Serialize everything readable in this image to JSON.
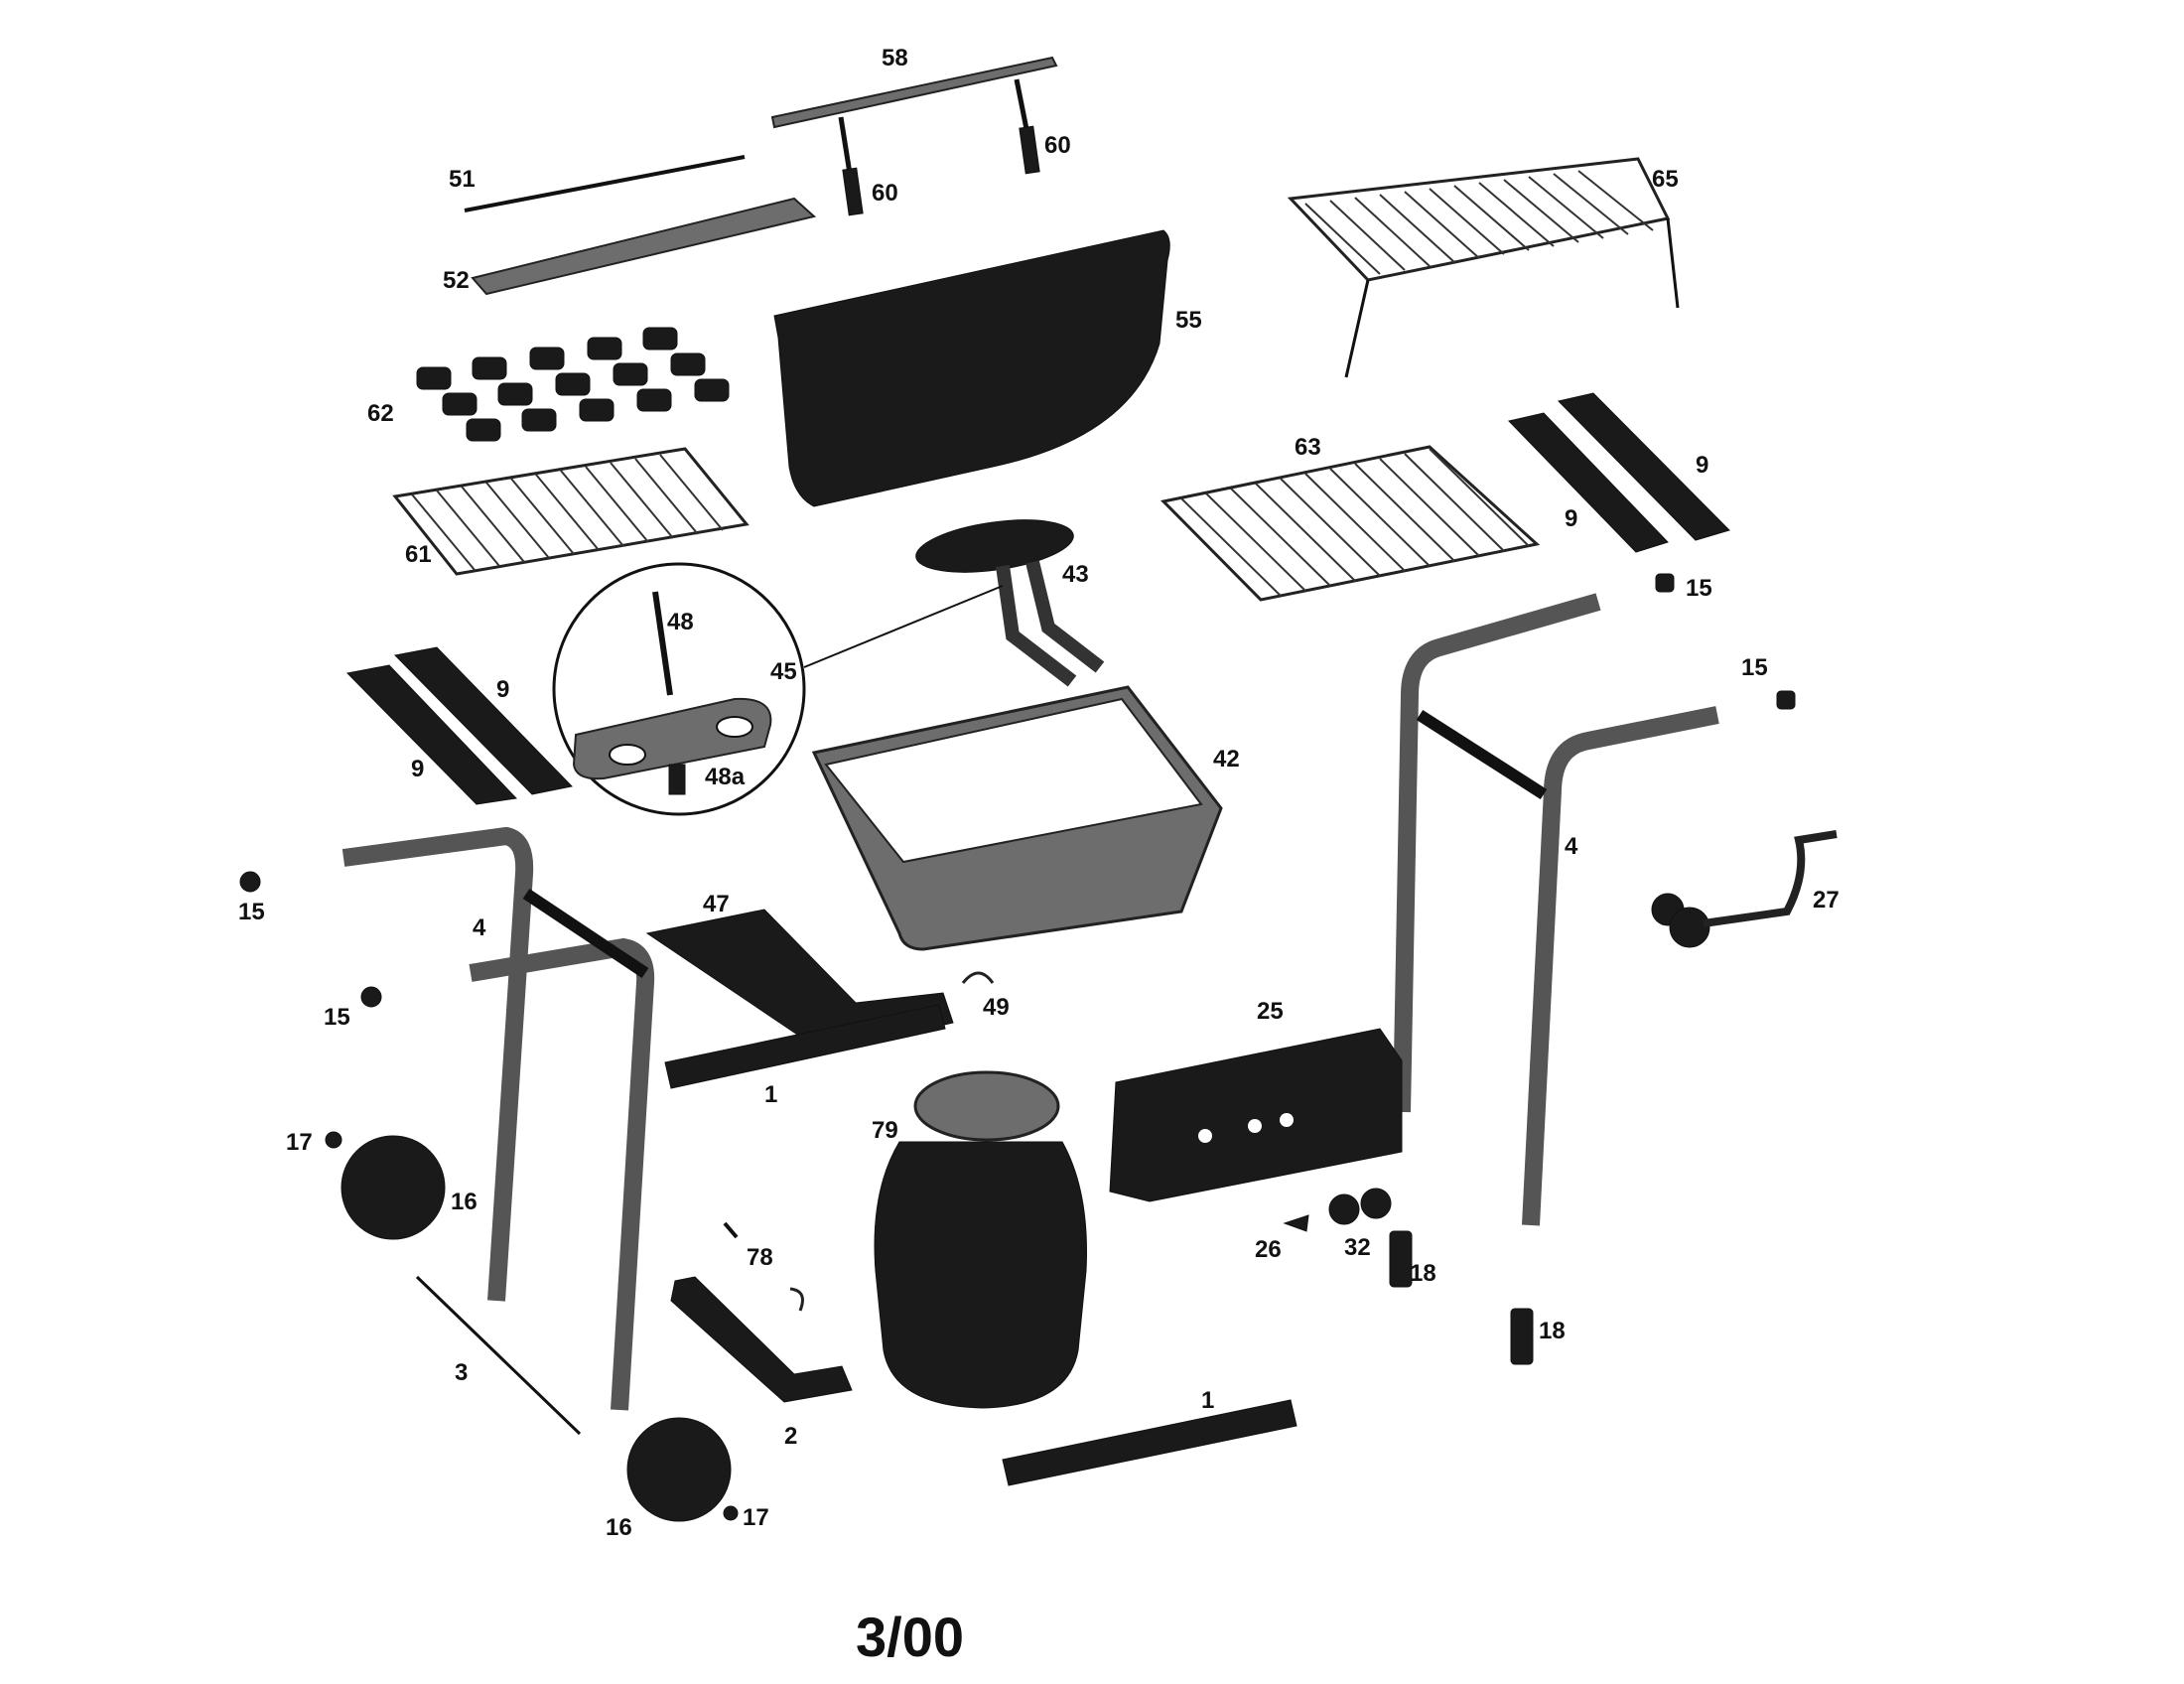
{
  "labels": {
    "p58": "58",
    "p60a": "60",
    "p60b": "60",
    "p51": "51",
    "p52": "52",
    "p65": "65",
    "p55": "55",
    "p62": "62",
    "p63": "63",
    "p9a": "9",
    "p9b": "9",
    "p61": "61",
    "p43": "43",
    "p15a": "15",
    "p48": "48",
    "p45": "45",
    "p15b": "15",
    "p9c": "9",
    "p42": "42",
    "p9d": "9",
    "p48a": "48a",
    "p4a": "4",
    "p27": "27",
    "p15c": "15",
    "p47": "47",
    "p4b": "4",
    "p49": "49",
    "p15d": "15",
    "p25": "25",
    "p1a": "1",
    "p79": "79",
    "p17a": "17",
    "p16a": "16",
    "p26": "26",
    "p32": "32",
    "p18a": "18",
    "p78": "78",
    "p18b": "18",
    "p3": "3",
    "p2": "2",
    "p1b": "1",
    "p16b": "16",
    "p17b": "17"
  },
  "footer": {
    "date": "3/00"
  },
  "colors": {
    "ink": "#1a1a1a",
    "background": "#ffffff"
  }
}
